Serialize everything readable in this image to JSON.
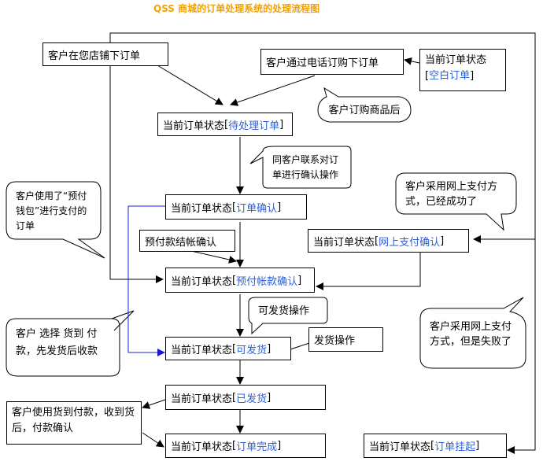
{
  "title": "QSS 商城的订单处理系统的处理流程图",
  "boxes": {
    "store_order": "客户在您店铺下订单",
    "phone_order": "客户通过电话订购下订单",
    "blank_state": {
      "prefix": "当前订单状态",
      "status": "空白订单"
    },
    "pending": {
      "prefix": "当前订单状态",
      "status": "待处理订单"
    },
    "confirm": {
      "prefix": "当前订单状态",
      "status": "订单确认"
    },
    "online_pay": {
      "prefix": "当前订单状态",
      "status": "网上支付确认"
    },
    "prepay_confirm": {
      "prefix": "当前订单状态",
      "status": "预付帐款确认"
    },
    "can_ship": {
      "prefix": "当前订单状态",
      "status": "可发货"
    },
    "shipped": {
      "prefix": "当前订单状态",
      "status": "已发货"
    },
    "complete": {
      "prefix": "当前订单状态",
      "status": "订单完成"
    },
    "suspended": {
      "prefix": "当前订单状态",
      "status": "订单挂起"
    },
    "prepay_settle": "预付款结帐确认",
    "ship_op": "发货操作"
  },
  "callouts": {
    "after_order": "客户订购商品后",
    "contact_customer": "同客户联系对订单进行确认操作",
    "wallet": "客户使用了“预付钱包”进行支付的订单",
    "online_success": "客户采用网上支付方式，已经成功了",
    "can_ship_op": "可发货操作",
    "cod_choice": "客户 选择 货到 付款，先发货后收款",
    "online_fail": "客户采用网上支付方式，但是失败了",
    "cod_confirm": "客户使用货到付款，收到货后，付款确认"
  }
}
